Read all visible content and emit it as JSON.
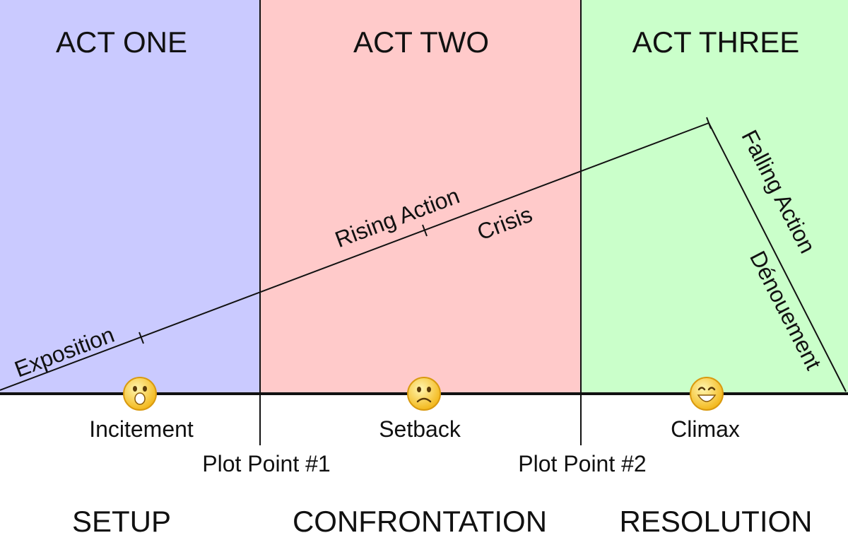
{
  "acts": [
    {
      "title": "ACT ONE",
      "color": "#cacaff"
    },
    {
      "title": "ACT TWO",
      "color": "#ffcaca"
    },
    {
      "title": "ACT THREE",
      "color": "#caffca"
    }
  ],
  "arc_labels": {
    "exposition": "Exposition",
    "rising_action": "Rising Action",
    "crisis": "Crisis",
    "falling_action": "Falling Action",
    "denouement": "Dénouement"
  },
  "beats": [
    {
      "label": "Incitement",
      "icon": "happy-face-icon"
    },
    {
      "label": "Setback",
      "icon": "sad-face-icon"
    },
    {
      "label": "Climax",
      "icon": "grinning-face-icon"
    }
  ],
  "plot_points": [
    "Plot Point #1",
    "Plot Point #2"
  ],
  "phases": [
    "SETUP",
    "CONFRONTATION",
    "RESOLUTION"
  ],
  "colors": {
    "line": "#111111",
    "smiley_fill": "#f6c42a",
    "smiley_edge": "#d99a10"
  }
}
